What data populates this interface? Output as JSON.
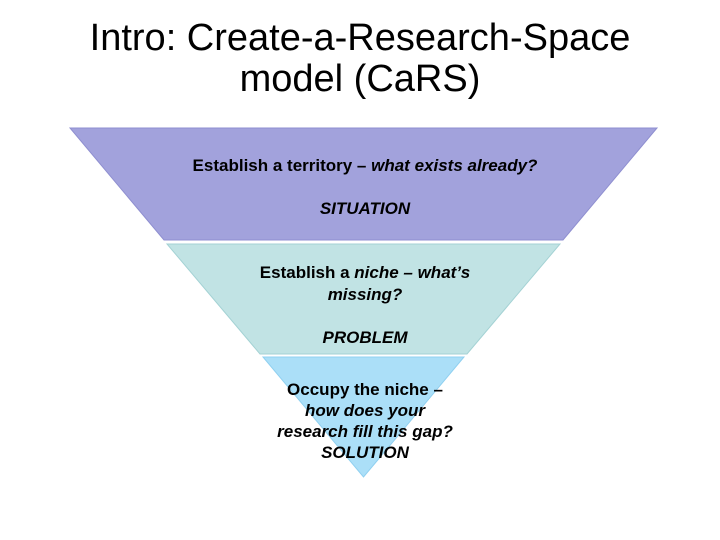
{
  "slide": {
    "title": {
      "line1": "Intro: Create-a-Research-Space",
      "line2": "model (CaRS)"
    },
    "background_color": "#ffffff",
    "text_color": "#000000"
  },
  "funnel": {
    "type": "inverted-pyramid",
    "sections": [
      {
        "name": "situation",
        "fill": "#a2a2dc",
        "border": "#8f8fd0",
        "heading_bold": "Establish a territory – ",
        "heading_italic": "what exists already?",
        "label": "SITUATION"
      },
      {
        "name": "problem",
        "fill": "#c1e3e4",
        "border": "#a4d2d4",
        "heading_bold": "Establish a ",
        "heading_italic_line1": "niche – what’s",
        "heading_italic_line2": "missing?",
        "label": "PROBLEM"
      },
      {
        "name": "solution",
        "fill": "#abdff8",
        "border": "#90d0f0",
        "heading_bold": "Occupy the niche –",
        "heading_italic_line1": "how does your",
        "heading_italic_line2": "research fill this gap?",
        "label": "SOLUTION"
      }
    ]
  }
}
